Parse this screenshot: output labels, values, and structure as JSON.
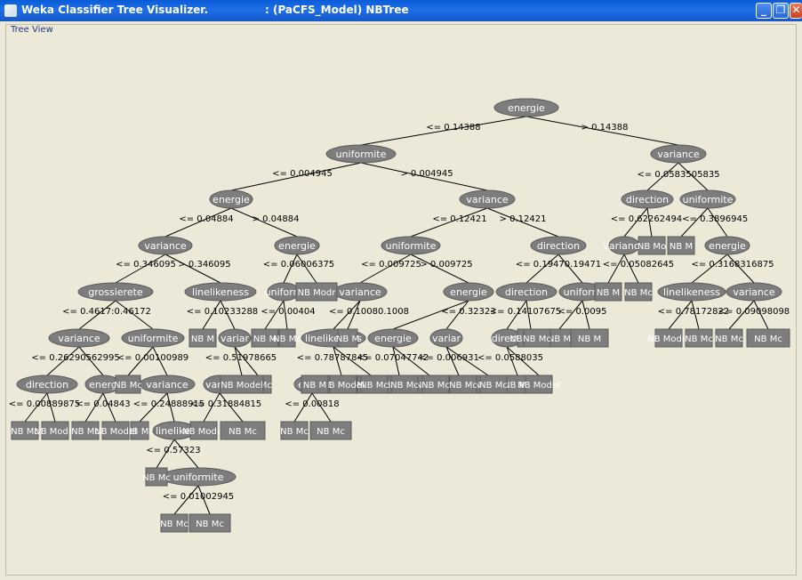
{
  "window": {
    "title_left": "Weka Classifier Tree Visualizer.",
    "title_right": ": (PaCFS_Model) NBTree",
    "min_glyph": "_",
    "max_glyph": "❐",
    "close_glyph": "✕"
  },
  "panel": {
    "title": "Tree View"
  },
  "tree": {
    "nodes": [
      {
        "id": "n1",
        "label": "energie"
      },
      {
        "id": "n2",
        "label": "uniformite"
      },
      {
        "id": "n3",
        "label": "variance"
      },
      {
        "id": "n4",
        "label": "energie"
      },
      {
        "id": "n5",
        "label": "variance"
      },
      {
        "id": "n6",
        "label": "direction"
      },
      {
        "id": "n7",
        "label": "uniformite"
      },
      {
        "id": "n8",
        "label": "variance"
      },
      {
        "id": "n9",
        "label": "energie"
      },
      {
        "id": "n10",
        "label": "uniformite"
      },
      {
        "id": "n11",
        "label": "direction"
      },
      {
        "id": "n12",
        "label": "variance"
      },
      {
        "id": "n13",
        "label": "energie"
      },
      {
        "id": "n14",
        "label": "grossierete"
      },
      {
        "id": "n15",
        "label": "linelikeness"
      },
      {
        "id": "n16",
        "label": "uniform"
      },
      {
        "id": "n17",
        "label": "variance"
      },
      {
        "id": "n18",
        "label": "energie"
      },
      {
        "id": "n19",
        "label": "direction"
      },
      {
        "id": "n20",
        "label": "uniform"
      },
      {
        "id": "n21",
        "label": "linelikeness"
      },
      {
        "id": "n22",
        "label": "variance"
      },
      {
        "id": "n23",
        "label": "variance"
      },
      {
        "id": "n24",
        "label": "uniformite"
      },
      {
        "id": "n25",
        "label": "variar"
      },
      {
        "id": "n26",
        "label": "linelikeness"
      },
      {
        "id": "n27",
        "label": "energie"
      },
      {
        "id": "n28",
        "label": "variar"
      },
      {
        "id": "n29",
        "label": "directi"
      },
      {
        "id": "n30",
        "label": "direction"
      },
      {
        "id": "n31",
        "label": "energ"
      },
      {
        "id": "n32",
        "label": "variance"
      },
      {
        "id": "n33",
        "label": "variar"
      },
      {
        "id": "n34",
        "label": "energ"
      },
      {
        "id": "n35",
        "label": "linelikel"
      },
      {
        "id": "n36",
        "label": "uniformite"
      }
    ],
    "leaves": [
      {
        "id": "L1",
        "label": "NB Mo"
      },
      {
        "id": "L2",
        "label": "NB M"
      },
      {
        "id": "L3",
        "label": "NB M"
      },
      {
        "id": "L4",
        "label": "NB Mc"
      },
      {
        "id": "L5",
        "label": "NB M"
      },
      {
        "id": "L6",
        "label": "NB M"
      },
      {
        "id": "L7",
        "label": "NB Mc"
      },
      {
        "id": "L8",
        "label": "NB Mc"
      },
      {
        "id": "L9",
        "label": "NB Mc"
      },
      {
        "id": "L10",
        "label": "NB Model"
      },
      {
        "id": "L11",
        "label": "NB Modr"
      },
      {
        "id": "L12",
        "label": "NB M"
      },
      {
        "id": "L13",
        "label": "NB Mc"
      },
      {
        "id": "L14",
        "label": "NB Mc"
      },
      {
        "id": "L15",
        "label": "NB Model"
      },
      {
        "id": "L16",
        "label": "NB Mc"
      },
      {
        "id": "L17",
        "label": "NB Mc"
      },
      {
        "id": "L18",
        "label": "NB Mc"
      },
      {
        "id": "L19",
        "label": "NB Model"
      },
      {
        "id": "L20",
        "label": "NB Mc"
      },
      {
        "id": "L21",
        "label": "NB Model"
      },
      {
        "id": "L22",
        "label": "NB M"
      },
      {
        "id": "L23",
        "label": "NB M"
      },
      {
        "id": "L24",
        "label": "NB Model"
      },
      {
        "id": "L25",
        "label": "NB Mc"
      },
      {
        "id": "L26",
        "label": "NB Mc"
      },
      {
        "id": "L27",
        "label": "NB Mc"
      },
      {
        "id": "L28",
        "label": "NB Mc"
      },
      {
        "id": "L29",
        "label": "NB Mc"
      },
      {
        "id": "L30",
        "label": "NB Mc"
      },
      {
        "id": "L31",
        "label": "NB Mc"
      },
      {
        "id": "L32",
        "label": "NB Mc"
      },
      {
        "id": "L33",
        "label": "NB Mc"
      },
      {
        "id": "L34",
        "label": "NB Model"
      },
      {
        "id": "L35",
        "label": "NB Mc"
      },
      {
        "id": "L36",
        "label": "NB Mc"
      },
      {
        "id": "L37",
        "label": "NB Mc"
      },
      {
        "id": "L38",
        "label": "NB Mc"
      },
      {
        "id": "L39",
        "label": "NB Mc"
      },
      {
        "id": "L40",
        "label": "NB Mc"
      },
      {
        "id": "L41",
        "label": "NB Mc"
      },
      {
        "id": "L42",
        "label": "NB Mc"
      },
      {
        "id": "L43",
        "label": "NB Model"
      },
      {
        "id": "L44",
        "label": "NB Mc"
      },
      {
        "id": "L45",
        "label": "NB Mc"
      },
      {
        "id": "L46",
        "label": "NB Mc"
      },
      {
        "id": "L47",
        "label": "NB Model"
      },
      {
        "id": "L48",
        "label": "NB M"
      },
      {
        "id": "L49",
        "label": "NB Mc"
      },
      {
        "id": "L50",
        "label": "NB Model"
      },
      {
        "id": "L51",
        "label": "NB Mc"
      },
      {
        "id": "L52",
        "label": "NB Model"
      }
    ],
    "edge_labels": [
      {
        "id": "e1",
        "text": "<= 0.14388"
      },
      {
        "id": "e2",
        "text": "> 0.14388"
      },
      {
        "id": "e3",
        "text": "<= 0.004945"
      },
      {
        "id": "e4",
        "text": "> 0.004945"
      },
      {
        "id": "e5",
        "text": "<= 0.0583505835"
      },
      {
        "id": "e6",
        "text": "<= 0.04884"
      },
      {
        "id": "e7",
        "text": "> 0.04884"
      },
      {
        "id": "e8",
        "text": "<= 0.12421"
      },
      {
        "id": "e9",
        "text": "> 0.12421"
      },
      {
        "id": "e10",
        "text": "<= 0.62262494<= 0.3896945"
      },
      {
        "id": "e11",
        "text": "<= 0.346095"
      },
      {
        "id": "e12",
        "text": "> 0.346095"
      },
      {
        "id": "e13",
        "text": "<= 0.06006375"
      },
      {
        "id": "e14",
        "text": "<= 0.009725"
      },
      {
        "id": "e15",
        "text": "> 0.009725"
      },
      {
        "id": "e16",
        "text": "<= 0.19470.19471"
      },
      {
        "id": "e17",
        "text": "<= 0.05082645"
      },
      {
        "id": "e18",
        "text": "<= 0.3168316875"
      },
      {
        "id": "e19",
        "text": "<= 0.4617:0.46172"
      },
      {
        "id": "e20",
        "text": "<= 0.10233288"
      },
      {
        "id": "e21",
        "text": "<= 0.00404"
      },
      {
        "id": "e22",
        "text": "<= 0.10080.1008"
      },
      {
        "id": "e23",
        "text": "<= 0.32323"
      },
      {
        "id": "e24",
        "text": "<= 0.14107675"
      },
      {
        "id": "e25",
        "text": "<= 0.0095"
      },
      {
        "id": "e26",
        "text": "<= 0.78172822"
      },
      {
        "id": "e27",
        "text": "<= 0.09098098"
      },
      {
        "id": "e28",
        "text": "<= 0.26290562995"
      },
      {
        "id": "e29",
        "text": "<= 0.00100989"
      },
      {
        "id": "e30",
        "text": "<= 0.51978665"
      },
      {
        "id": "e31",
        "text": "<= 0.78787845"
      },
      {
        "id": "e32",
        "text": "<= 0.07047742"
      },
      {
        "id": "e33",
        "text": "<= 0.006931"
      },
      {
        "id": "e34",
        "text": "<= 0.0588035"
      },
      {
        "id": "e35",
        "text": "<= 0.00889875"
      },
      {
        "id": "e36",
        "text": "<= 0.04843"
      },
      {
        "id": "e37",
        "text": "<= 0.24888915"
      },
      {
        "id": "e38",
        "text": "<= 0.31884815"
      },
      {
        "id": "e39",
        "text": "<= 0.00818"
      },
      {
        "id": "e40",
        "text": "<= 0.57323"
      },
      {
        "id": "e41",
        "text": "<= 0.01002945"
      }
    ]
  }
}
